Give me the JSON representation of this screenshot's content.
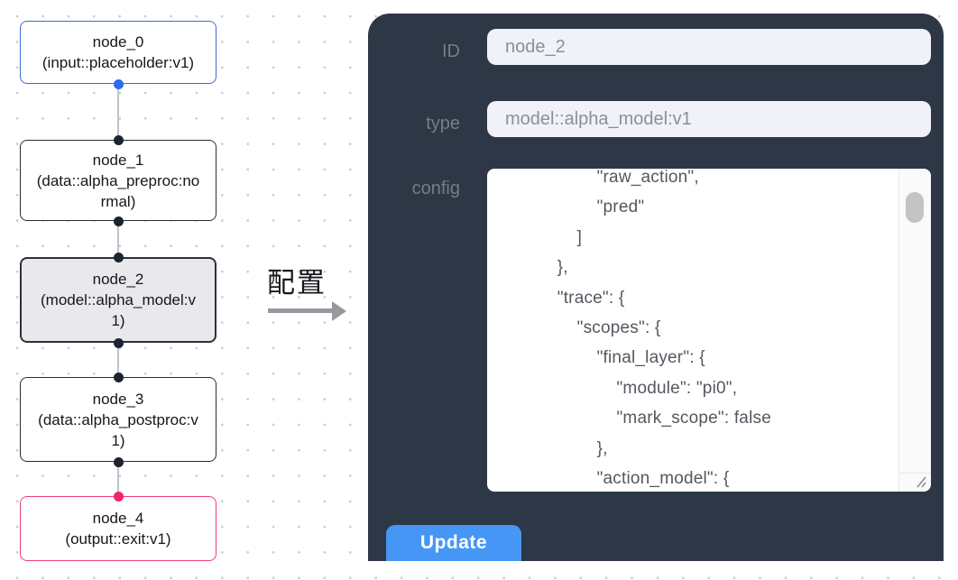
{
  "canvas": {
    "nodes": [
      {
        "id": "node_0",
        "type_label": "(input::placeholder:v1)",
        "selected": false
      },
      {
        "id": "node_1",
        "type_label": "(data::alpha_preproc:normal)",
        "selected": false
      },
      {
        "id": "node_2",
        "type_label": "(model::alpha_model:v1)",
        "selected": true
      },
      {
        "id": "node_3",
        "type_label": "(data::alpha_postproc:v1)",
        "selected": false
      },
      {
        "id": "node_4",
        "type_label": "(output::exit:v1)",
        "selected": false
      }
    ]
  },
  "annotation": {
    "label": "配置"
  },
  "panel": {
    "id_field": {
      "label": "ID",
      "value": "node_2"
    },
    "type_field": {
      "label": "type",
      "value": "model::alpha_model:v1"
    },
    "config_field": {
      "label": "config",
      "value": "                    \"raw_action\",\n                    \"pred\"\n                ]\n            },\n            \"trace\": {\n                \"scopes\": {\n                    \"final_layer\": {\n                        \"module\": \"pi0\",\n                        \"mark_scope\": false\n                    },\n                    \"action_model\": {"
    },
    "update_button": {
      "label": "Update"
    }
  },
  "colors": {
    "panel_bg": "#2e3746",
    "node_border_default": "#262c38",
    "node_border_input": "#3b6cd4",
    "node_border_output": "#ee3e7e",
    "selected_node_fill": "#e9e9eb",
    "port_dark": "#1d2330",
    "port_blue": "#2d6bee",
    "port_pink": "#f1246d",
    "button_blue": "#4697f5",
    "input_bg": "#f0f2f7"
  }
}
